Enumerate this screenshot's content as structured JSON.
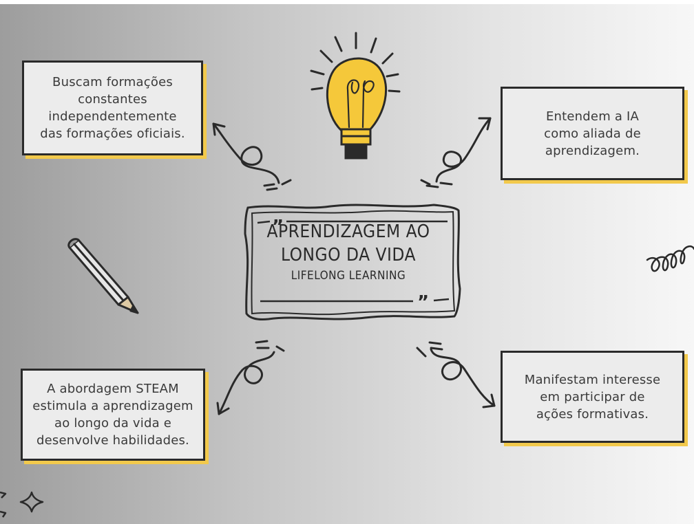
{
  "center": {
    "title_line1": "APRENDIZAGEM AO",
    "title_line2": "LONGO DA VIDA",
    "subtitle": "LIFELONG LEARNING"
  },
  "boxes": {
    "top_left": [
      "Buscam formações",
      "constantes",
      "independentemente",
      "das formações oficiais."
    ],
    "top_right": [
      "Entendem a IA",
      "como aliada de",
      "aprendizagem."
    ],
    "bottom_left": [
      "A abordagem STEAM",
      "estimula a aprendizagem",
      "ao longo da vida  e",
      "desenvolve habilidades."
    ],
    "bottom_right": [
      "Manifestam interesse",
      "em participar de",
      "ações formativas."
    ]
  },
  "colors": {
    "accent": "#f2c94c",
    "bulb": "#f5c83a",
    "ink": "#2a2a2a",
    "box_fill": "#ececec"
  },
  "icons": [
    "lightbulb-icon",
    "pencil-icon",
    "loop-doodle-icon",
    "sparkle-icon"
  ]
}
